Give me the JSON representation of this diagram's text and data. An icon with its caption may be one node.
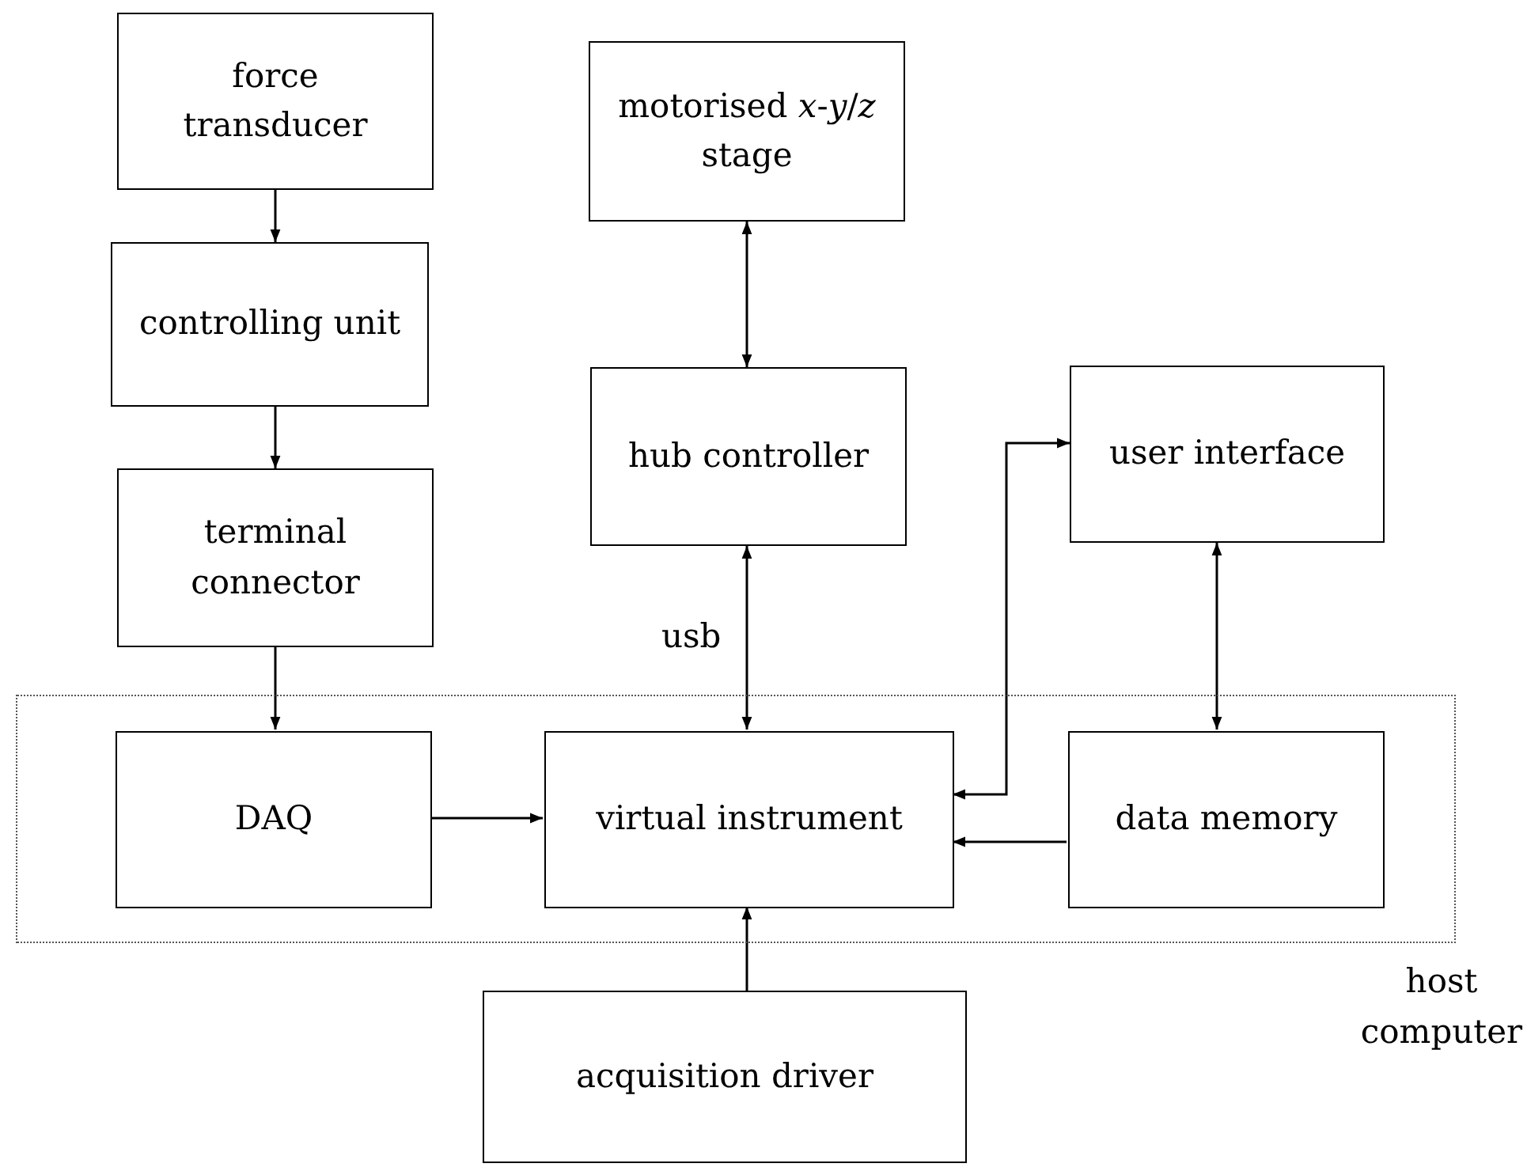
{
  "diagram": {
    "nodes": [
      {
        "text": [
          "force transducer"
        ]
      },
      {
        "text": [
          "controlling unit"
        ]
      },
      {
        "text": [
          "terminal connector"
        ]
      },
      {
        "text": [
          "motorised *x*-*y*/*z* stage"
        ]
      },
      {
        "text": [
          "hub controller"
        ]
      },
      {
        "text": [
          "user interface"
        ]
      },
      {
        "text": [],
        "shape": "box",
        "beside": [
          "host computer"
        ]
      },
      {
        "text": [
          "DAQ"
        ],
        "in": 6
      },
      {
        "text": [
          "virtual instrument"
        ],
        "in": 6
      },
      {
        "text": [
          "data memory"
        ],
        "in": 6
      },
      {
        "text": [
          "acquisition driver"
        ]
      }
    ],
    "edges": [
      {
        "from": 0,
        "to": 1,
        "arrow": "to"
      },
      {
        "from": 1,
        "to": 2,
        "arrow": "to"
      },
      {
        "from": 2,
        "to": 7,
        "arrow": "to"
      },
      {
        "from": 3,
        "to": 4,
        "arrow": "both"
      },
      {
        "from": 4,
        "to": 8,
        "arrow": "both",
        "label": "usb"
      },
      {
        "from": 8,
        "to": 5,
        "arrow": "both"
      },
      {
        "from": 5,
        "to": 9,
        "arrow": "both"
      },
      {
        "from": 7,
        "to": 8,
        "arrow": "to"
      },
      {
        "from": 9,
        "to": 8,
        "arrow": "to"
      },
      {
        "from": 10,
        "to": 8,
        "arrow": "to"
      }
    ]
  }
}
